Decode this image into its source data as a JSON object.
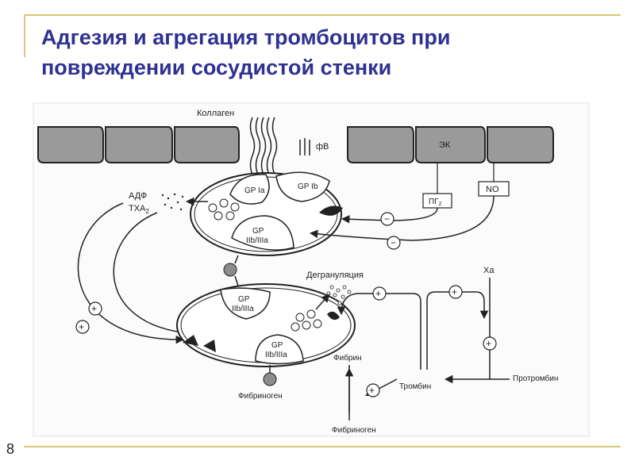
{
  "slide": {
    "title_line1": "Адгезия и агрегация тромбоцитов при",
    "title_line2": "повреждении сосудистой стенки",
    "number": "8"
  },
  "diagram": {
    "collagen": "Коллаген",
    "vwf": "фВ",
    "ek": "ЭК",
    "pgi2": "ПГ",
    "pgi2_sub": "2",
    "no": "NO",
    "adp": "АДФ",
    "txa2": "ТХА",
    "txa2_sub": "2",
    "gp_ia": "GP Ia",
    "gp_ib": "GP Ib",
    "gp_iib_top_1": "GP",
    "gp_iib_top_2": "IIb/IIIa",
    "gp_iib_mid_1": "GP",
    "gp_iib_mid_2": "IIb/IIIa",
    "gp_iib_bot_1": "GP",
    "gp_iib_bot_2": "IIb/IIIa",
    "degranulation": "Дегрануляция",
    "fibrinogen_left": "Фибриноген",
    "fibrin": "Фибрин",
    "fibrinogen_right": "Фибриноген",
    "thrombin": "Тромбин",
    "prothrombin": "Протромбин",
    "xa": "Xa",
    "plus": "+",
    "minus": "−"
  },
  "colors": {
    "title": "#2e3192",
    "accent": "#d9c77a",
    "cell_fill": "#9a9a9a"
  }
}
